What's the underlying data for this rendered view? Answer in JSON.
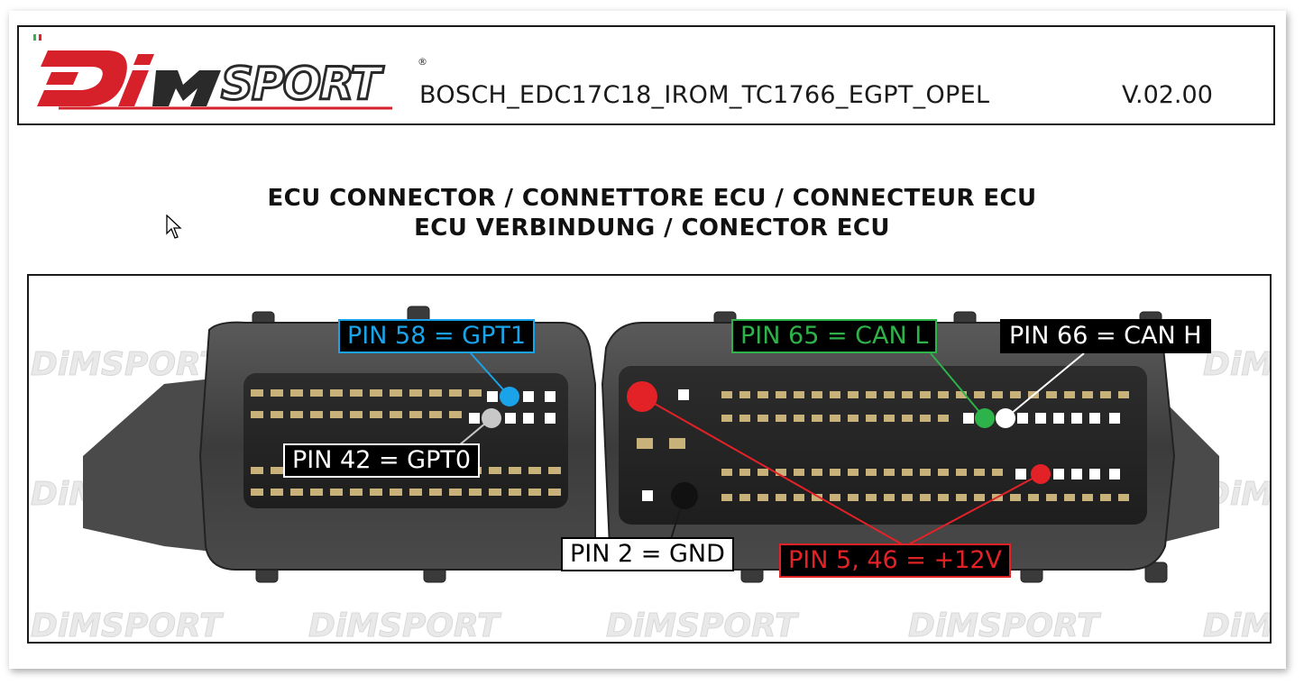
{
  "header": {
    "brand": "DiMSPORT",
    "registered_mark": "®",
    "title": "BOSCH_EDC17C18_IROM_TC1766_EGPT_OPEL",
    "version": "V.02.00"
  },
  "headings": {
    "line1": "ECU CONNECTOR / CONNETTORE ECU / CONNECTEUR ECU",
    "line2": "ECU VERBINDUNG / CONECTOR ECU"
  },
  "figure": {
    "watermark": "DiMSPORT",
    "pin_labels": {
      "gpt1": "PIN 58 = GPT1",
      "can_l": "PIN 65 = CAN L",
      "can_h": "PIN 66 = CAN H",
      "gpt0": "PIN 42 = GPT0",
      "gnd": "PIN 2 = GND",
      "power": "PIN 5, 46 = +12V"
    },
    "colors": {
      "gpt1": "#1aa3e8",
      "can_l": "#2eb24a",
      "can_h": "#ffffff",
      "gpt0": "#c8c8c8",
      "gnd": "#1a1a1a",
      "power": "#e32228"
    }
  }
}
